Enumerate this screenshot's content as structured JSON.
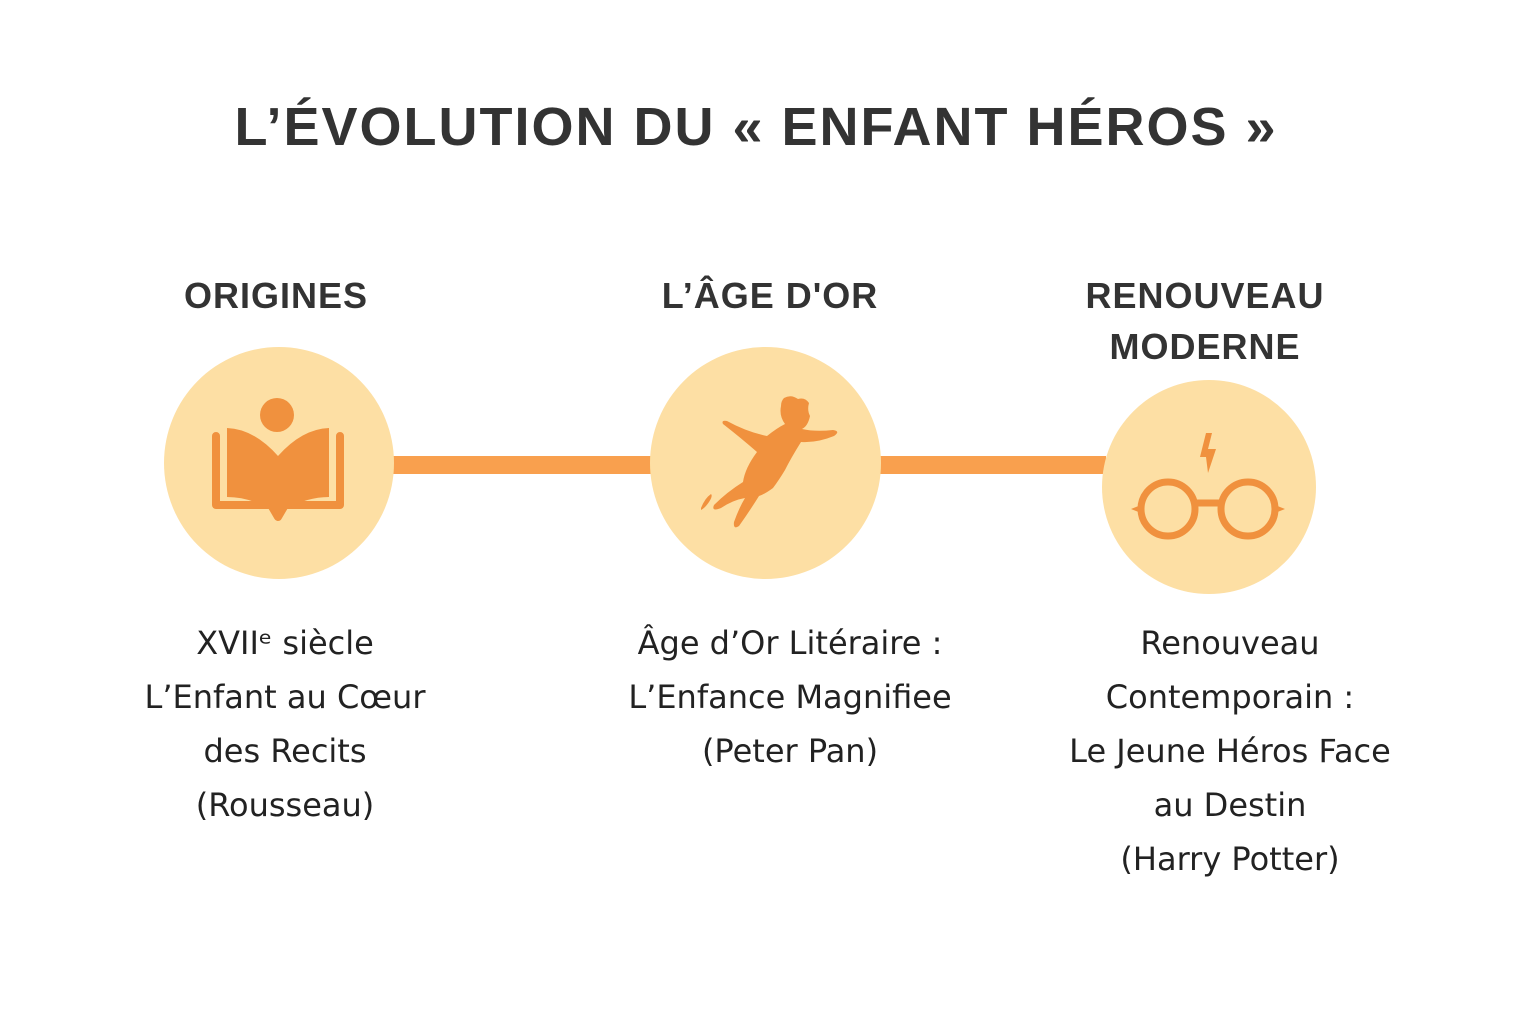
{
  "title": "L’ÉVOLUTION DU « ENFANT HÉROS »",
  "colors": {
    "accent": "#F0913E",
    "connector": "#F9A04E",
    "circle_fill": "#FDDFA4",
    "text": "#333333",
    "background": "#FFFFFF"
  },
  "stages": [
    {
      "heading": "ORIGINES",
      "icon": "open-book-reader-icon",
      "description_lines": [
        "XVIIᵉ siècle",
        "L’Enfant au Cœur",
        "des Recits",
        "(Rousseau)"
      ]
    },
    {
      "heading": "L’ÂGE D'OR",
      "icon": "flying-child-icon",
      "description_lines": [
        "Âge d’Or Litéraire :",
        "L’Enfance Magnifiee",
        "(Peter Pan)"
      ]
    },
    {
      "heading_lines": [
        "RENOUVEAU",
        "MODERNE"
      ],
      "icon": "glasses-lightning-icon",
      "description_lines": [
        "Renouveau",
        "Contemporain :",
        "Le Jeune Héros Face",
        "au Destin",
        "(Harry Potter)"
      ]
    }
  ]
}
